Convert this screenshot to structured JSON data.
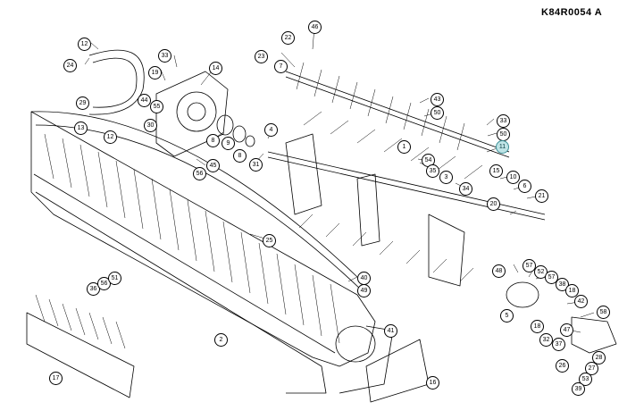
{
  "diagram_ref": "K84R0054   A",
  "highlight_color": "#bfe4e6",
  "callouts": [
    "12",
    "24",
    "33",
    "19",
    "14",
    "44",
    "55",
    "22",
    "46",
    "23",
    "7",
    "29",
    "30",
    "13",
    "12",
    "8",
    "9",
    "4",
    "43",
    "50",
    "33",
    "50",
    "1",
    "11",
    "15",
    "10",
    "6",
    "3",
    "20",
    "21",
    "34",
    "54",
    "35",
    "31",
    "8",
    "45",
    "56",
    "25",
    "40",
    "49",
    "48",
    "57",
    "52",
    "57",
    "38",
    "18",
    "42",
    "58",
    "36",
    "56",
    "51",
    "5",
    "18",
    "32",
    "47",
    "37",
    "41",
    "26",
    "28",
    "27",
    "53",
    "39",
    "2",
    "17",
    "16"
  ]
}
